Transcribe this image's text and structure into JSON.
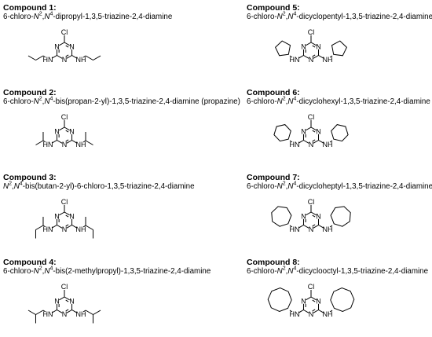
{
  "compounds": [
    {
      "title": "Compound 1:",
      "name_parts": [
        "6-chloro-",
        "N",
        "2",
        ",",
        "N",
        "4",
        "-dipropyl-1,3,5-triazine-2,4-diamine"
      ],
      "substituent": "propyl"
    },
    {
      "title": "Compound 2:",
      "name_parts": [
        "6-chloro-",
        "N",
        "2",
        ",",
        "N",
        "4",
        "-bis(propan-2-yl)-1,3,5-triazine-2,4-diamine (propazine)"
      ],
      "substituent": "isopropyl"
    },
    {
      "title": "Compound 3:",
      "name_parts": [
        "",
        "N",
        "2",
        ",",
        "N",
        "4",
        "-bis(butan-2-yl)-6-chloro-1,3,5-triazine-2,4-diamine"
      ],
      "substituent": "sec-butyl"
    },
    {
      "title": "Compound 4:",
      "name_parts": [
        "6-chloro-",
        "N",
        "2",
        ",",
        "N",
        "4",
        "-bis(2-methylpropyl)-1,3,5-triazine-2,4-diamine"
      ],
      "substituent": "isobutyl"
    },
    {
      "title": "Compound 5:",
      "name_parts": [
        "6-chloro-",
        "N",
        "2",
        ",",
        "N",
        "4",
        "-dicyclopentyl-1,3,5-triazine-2,4-diamine"
      ],
      "substituent": "cyclopentyl"
    },
    {
      "title": "Compound 6:",
      "name_parts": [
        "6-chloro-",
        "N",
        "2",
        ",",
        "N",
        "4",
        "-dicyclohexyl-1,3,5-triazine-2,4-diamine"
      ],
      "substituent": "cyclohexyl"
    },
    {
      "title": "Compound 7:",
      "name_parts": [
        "6-chloro-",
        "N",
        "2",
        ",",
        "N",
        "4",
        "-dicycloheptyl-1,3,5-triazine-2,4-diamine"
      ],
      "substituent": "cycloheptyl"
    },
    {
      "title": "Compound 8:",
      "name_parts": [
        "6-chloro-",
        "N",
        "2",
        ",",
        "N",
        "4",
        "-dicyclooctyl-1,3,5-triazine-2,4-diamine"
      ],
      "substituent": "cyclooctyl"
    }
  ],
  "atom_labels": {
    "chlorine": "Cl",
    "ring_nitrogen": "N",
    "amine_n": "N",
    "amine_h": "H"
  }
}
